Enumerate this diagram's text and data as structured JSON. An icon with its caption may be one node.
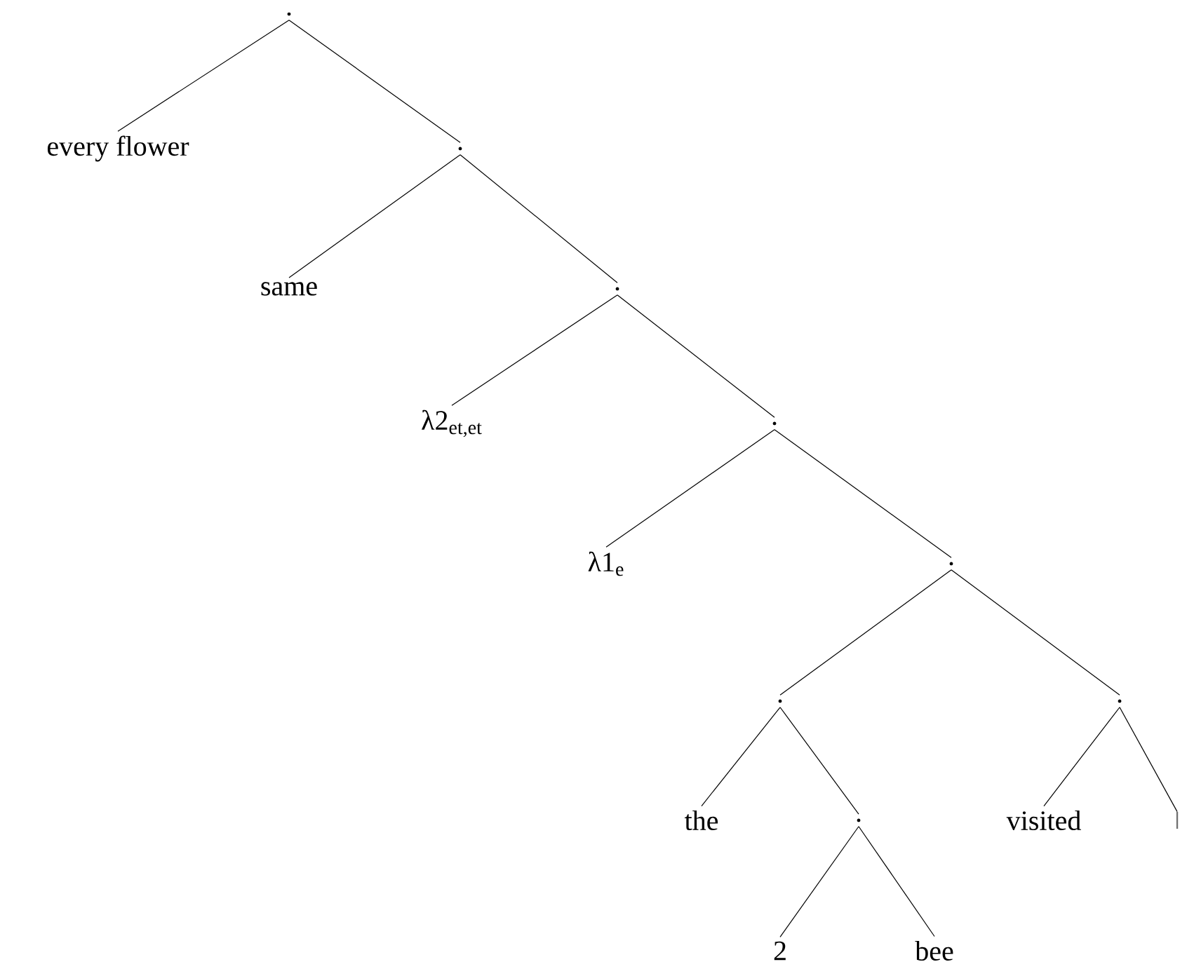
{
  "diagram": {
    "nodes": [
      {
        "text": [
          "."
        ]
      },
      {
        "text": [
          "every flower"
        ]
      },
      {
        "text": [
          "."
        ]
      },
      {
        "text": [
          "same"
        ]
      },
      {
        "text": [
          "."
        ]
      },
      {
        "text": [
          "λ2$_{et,et}$"
        ]
      },
      {
        "text": [
          "."
        ]
      },
      {
        "text": [
          "λ1$_{e}$"
        ]
      },
      {
        "text": [
          "."
        ]
      },
      {
        "text": [
          "."
        ]
      },
      {
        "text": [
          "."
        ]
      },
      {
        "text": [
          "the"
        ]
      },
      {
        "text": [
          "."
        ]
      },
      {
        "text": [
          "visited"
        ]
      },
      {
        "text": [],
        "shape": "bar"
      },
      {
        "text": [
          "2"
        ]
      },
      {
        "text": [
          "bee"
        ]
      }
    ],
    "edges": [
      {
        "from": 0,
        "to": 1,
        "arrow": "none"
      },
      {
        "from": 0,
        "to": 2,
        "arrow": "none"
      },
      {
        "from": 2,
        "to": 3,
        "arrow": "none"
      },
      {
        "from": 2,
        "to": 4,
        "arrow": "none"
      },
      {
        "from": 4,
        "to": 5,
        "arrow": "none"
      },
      {
        "from": 4,
        "to": 6,
        "arrow": "none"
      },
      {
        "from": 6,
        "to": 7,
        "arrow": "none"
      },
      {
        "from": 6,
        "to": 8,
        "arrow": "none"
      },
      {
        "from": 8,
        "to": 9,
        "arrow": "none"
      },
      {
        "from": 8,
        "to": 10,
        "arrow": "none"
      },
      {
        "from": 9,
        "to": 11,
        "arrow": "none"
      },
      {
        "from": 9,
        "to": 12,
        "arrow": "none"
      },
      {
        "from": 10,
        "to": 13,
        "arrow": "none"
      },
      {
        "from": 10,
        "to": 14,
        "arrow": "none"
      },
      {
        "from": 12,
        "to": 15,
        "arrow": "none"
      },
      {
        "from": 12,
        "to": 16,
        "arrow": "none"
      }
    ]
  }
}
